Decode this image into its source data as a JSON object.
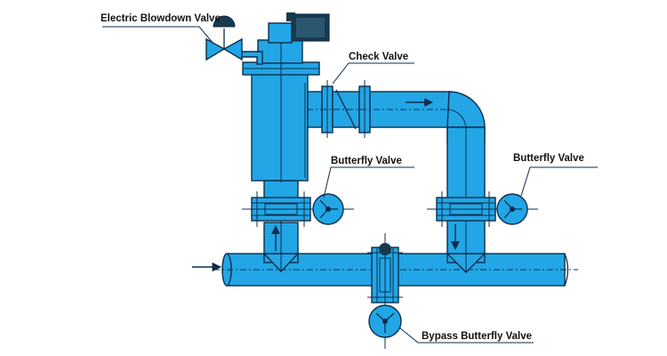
{
  "diagram": {
    "colors": {
      "pipe": "#22a6e6",
      "outline": "#0d2d4a",
      "text": "#111111",
      "background": "#ffffff"
    },
    "labels": {
      "electric_blowdown_valve": "Electric Blowdown Valve",
      "check_valve": "Check Valve",
      "butterfly_valve_left": "Butterfly Valve",
      "butterfly_valve_right": "Butterfly Valve",
      "bypass_butterfly_valve": "Bypass Butterfly Valve"
    },
    "flow_arrows": [
      "inlet-arrow",
      "up-arrow",
      "right-arrow",
      "down-arrow"
    ]
  }
}
